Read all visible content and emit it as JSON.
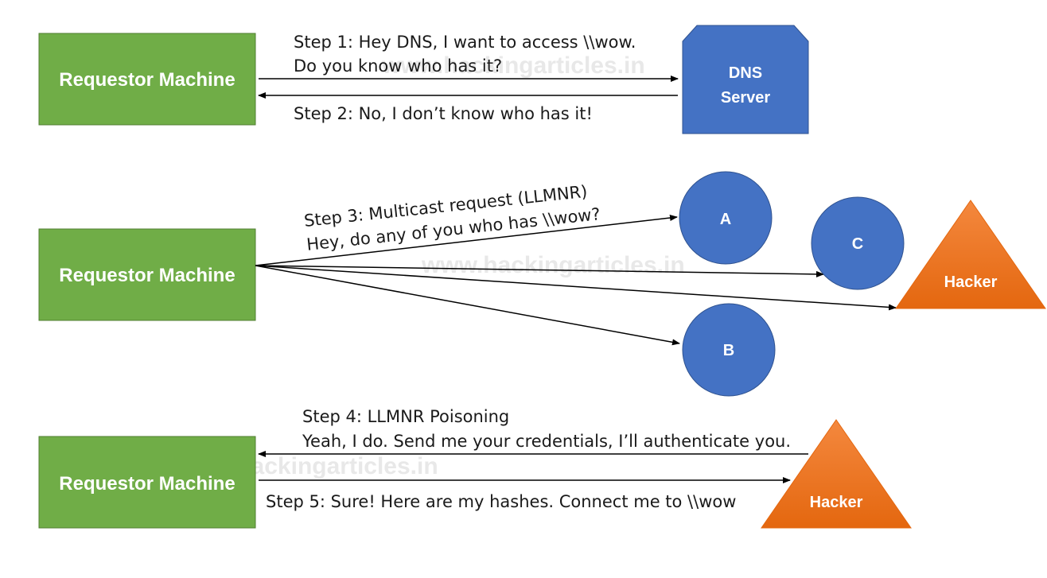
{
  "watermark": "www.hackingarticles.in",
  "colors": {
    "green": "#70ad47",
    "green_border": "#507e32",
    "blue": "#4472c4",
    "blue_border": "#2f528f",
    "orange_top": "#f4883e",
    "orange_bottom": "#e4670f",
    "arrow": "#000000"
  },
  "section1": {
    "requestor": "Requestor Machine",
    "dns_line1": "DNS",
    "dns_line2": "Server",
    "step1_line1": "Step 1: Hey DNS, I want to access \\\\wow.",
    "step1_line2": "Do you know who has it?",
    "step2": "Step 2: No, I don’t know who has it!"
  },
  "section2": {
    "requestor": "Requestor Machine",
    "step3_line1": "Step 3: Multicast request (LLMNR)",
    "step3_line2": "Hey, do any of you who has \\\\wow?",
    "node_a": "A",
    "node_b": "B",
    "node_c": "C",
    "hacker": "Hacker"
  },
  "section3": {
    "requestor": "Requestor Machine",
    "step4_line1": "Step 4: LLMNR Poisoning",
    "step4_line2": "Yeah, I do. Send me your credentials, I’ll authenticate you.",
    "step5": "Step 5: Sure! Here are my hashes. Connect me to \\\\wow",
    "hacker": "Hacker"
  }
}
